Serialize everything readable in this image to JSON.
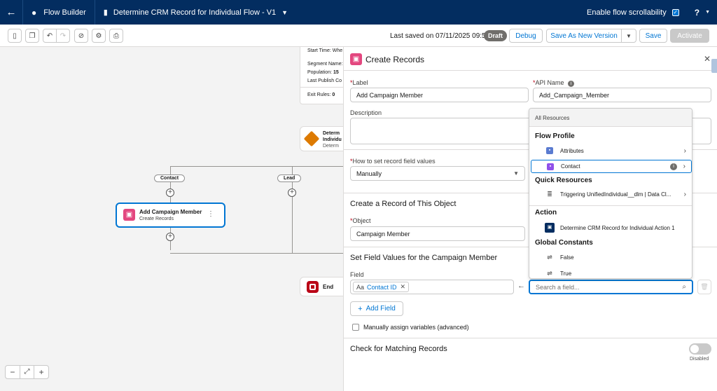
{
  "topnav": {
    "back_icon": "back-arrow-icon",
    "app_name": "Flow Builder",
    "flow_title": "Determine CRM Record for Individual Flow - V1",
    "scroll_label": "Enable flow scrollability",
    "help_label": "?"
  },
  "toolbar": {
    "saved_text": "Last saved on 07/11/2025 09:57",
    "draft_badge": "Draft",
    "debug_label": "Debug",
    "save_new_label": "Save As New Version",
    "save_label": "Save",
    "activate_label": "Activate"
  },
  "canvas": {
    "start_time": "Start Time: Whe",
    "segment_name": "Segment Name:",
    "population_label": "Population:",
    "population_value": "15",
    "last_publish": "Last Publish Co",
    "exit_rules_label": "Exit Rules:",
    "exit_rules_value": "0",
    "decision_title_1": "Determ",
    "decision_title_2": "Individu",
    "decision_sub": "Determ",
    "branch_contact": "Contact",
    "branch_lead": "Lead",
    "node_title": "Add Campaign Member",
    "node_sub": "Create Records",
    "end_label": "End",
    "zoom_out": "−",
    "fit": "⤢",
    "zoom_in": "+"
  },
  "panel": {
    "title": "Create Records",
    "label_label": "Label",
    "label_value": "Add Campaign Member",
    "api_label": "API Name",
    "api_value": "Add_Campaign_Member",
    "desc_label": "Description",
    "how_label": "How to set record field values",
    "how_value": "Manually",
    "create_head": "Create a Record of This Object",
    "object_label": "Object",
    "object_value": "Campaign Member",
    "set_head": "Set Field Values for the Campaign Member",
    "field_label": "Field",
    "field_chip": "Contact ID",
    "search_placeholder": "Search a field...",
    "add_field_label": "Add Field",
    "manual_label": "Manually assign variables (advanced)",
    "matching_head": "Check for Matching Records",
    "toggle_label": "Disabled"
  },
  "dropdown": {
    "header": "All Resources",
    "group_profile": "Flow Profile",
    "item_attributes": "Attributes",
    "item_contact": "Contact",
    "group_quick": "Quick Resources",
    "item_triggering": "Triggering UnifiedIndividual__dlm | Data Cl...",
    "group_action": "Action",
    "item_action": "Determine CRM Record for Individual Action 1",
    "group_constants": "Global Constants",
    "item_false": "False",
    "item_true": "True"
  }
}
